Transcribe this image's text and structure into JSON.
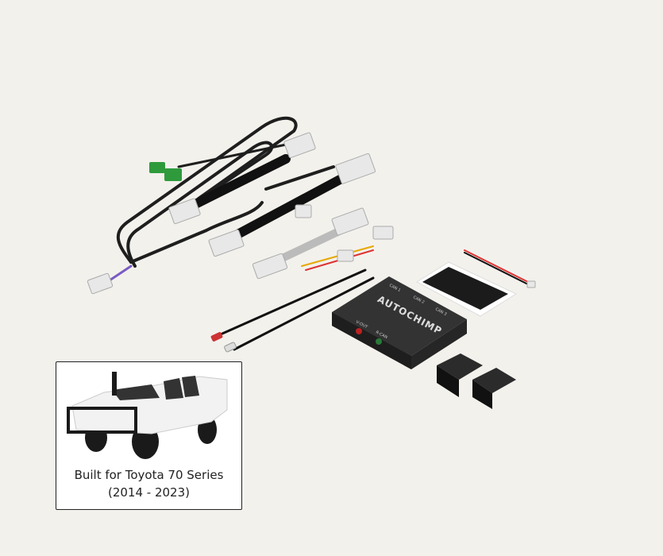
{
  "product": {
    "brand_logo": "AUTOCHIMP",
    "trademark": "™",
    "port_labels": [
      "CAN 1",
      "CAN 2",
      "CAN 3"
    ],
    "front_labels": [
      "V-OUT",
      "R-CAN"
    ]
  },
  "vehicle_card": {
    "line1": "Built for Toyota 70 Series",
    "line2": "(2014 - 2023)"
  },
  "colors": {
    "background": "#f3f1ec",
    "module": "#2a2a2a",
    "connector": "#e8e8e8",
    "green_connector": "#2e9a3c"
  }
}
